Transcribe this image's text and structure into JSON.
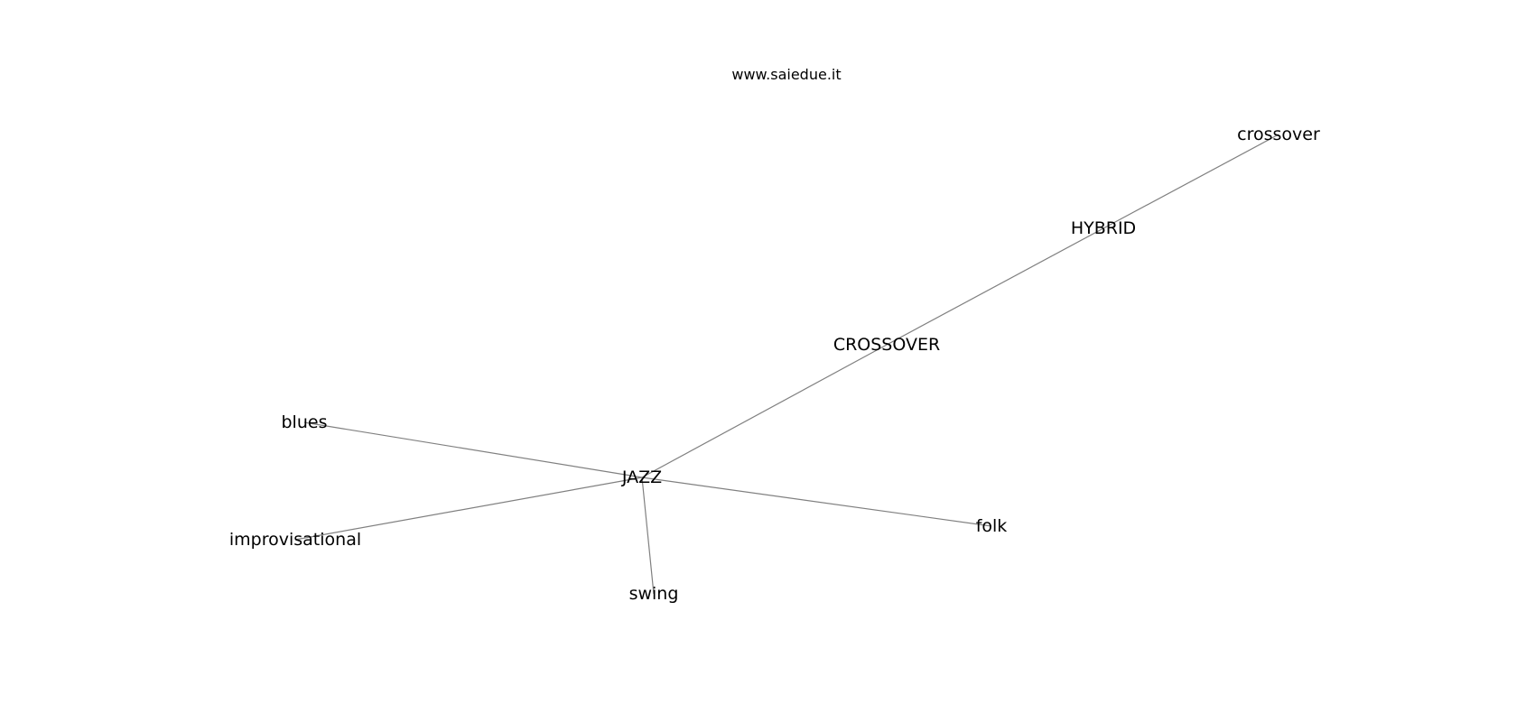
{
  "caption": "www.saiedue.it",
  "graph": {
    "nodes": [
      {
        "id": "jazz",
        "label": "JAZZ"
      },
      {
        "id": "blues",
        "label": "blues"
      },
      {
        "id": "improvisational",
        "label": "improvisational"
      },
      {
        "id": "swing",
        "label": "swing"
      },
      {
        "id": "folk",
        "label": "folk"
      },
      {
        "id": "crossover_upper",
        "label": "CROSSOVER"
      },
      {
        "id": "hybrid",
        "label": "HYBRID"
      },
      {
        "id": "crossover_lower",
        "label": "crossover"
      }
    ],
    "edges": [
      {
        "from": "jazz",
        "to": "blues"
      },
      {
        "from": "jazz",
        "to": "improvisational"
      },
      {
        "from": "jazz",
        "to": "swing"
      },
      {
        "from": "jazz",
        "to": "folk"
      },
      {
        "from": "jazz",
        "to": "crossover_upper"
      },
      {
        "from": "crossover_upper",
        "to": "hybrid"
      },
      {
        "from": "hybrid",
        "to": "crossover_lower"
      }
    ],
    "edge_color": "#808080",
    "label_color": "#000000"
  }
}
